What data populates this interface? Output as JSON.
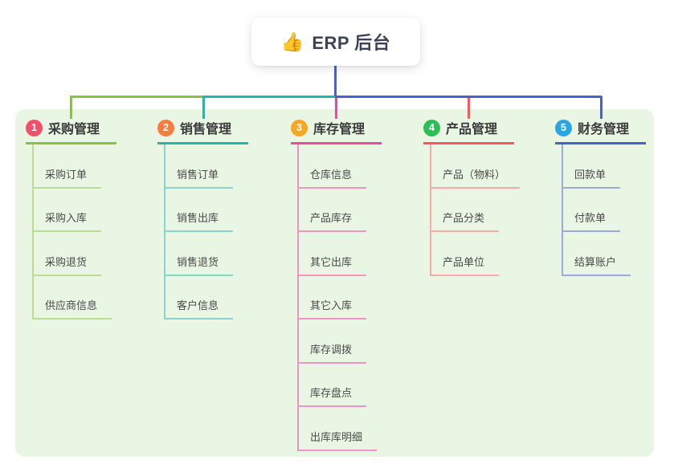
{
  "root": {
    "icon_char": "👍",
    "title": "ERP 后台"
  },
  "panel": {
    "bg": "#E9F6E3"
  },
  "root_connector_color": "#4A5FD0",
  "branches": [
    {
      "badge": "1",
      "label": "采购管理",
      "badge_color": "#F1506B",
      "line_color": "#83C440",
      "sub_line_color": "#B9DE92",
      "items": [
        "采购订单",
        "采购入库",
        "采购退货",
        "供应商信息"
      ]
    },
    {
      "badge": "2",
      "label": "销售管理",
      "badge_color": "#F97C42",
      "line_color": "#1CB9AE",
      "sub_line_color": "#84D6CE",
      "items": [
        "销售订单",
        "销售出库",
        "销售退货",
        "客户信息"
      ]
    },
    {
      "badge": "3",
      "label": "库存管理",
      "badge_color": "#FAA723",
      "line_color": "#E94B9F",
      "sub_line_color": "#F492C3",
      "items": [
        "仓库信息",
        "产品库存",
        "其它出库",
        "其它入库",
        "库存调拨",
        "库存盘点",
        "出库库明细"
      ]
    },
    {
      "badge": "4",
      "label": "产品管理",
      "badge_color": "#2EBE57",
      "line_color": "#F9575C",
      "sub_line_color": "#FBABA5",
      "items": [
        "产品（物料）",
        "产品分类",
        "产品单位"
      ]
    },
    {
      "badge": "5",
      "label": "财务管理",
      "badge_color": "#2BA6E4",
      "line_color": "#4A5FD0",
      "sub_line_color": "#9FA9DE",
      "items": [
        "回款单",
        "付款单",
        "结算账户"
      ]
    }
  ]
}
